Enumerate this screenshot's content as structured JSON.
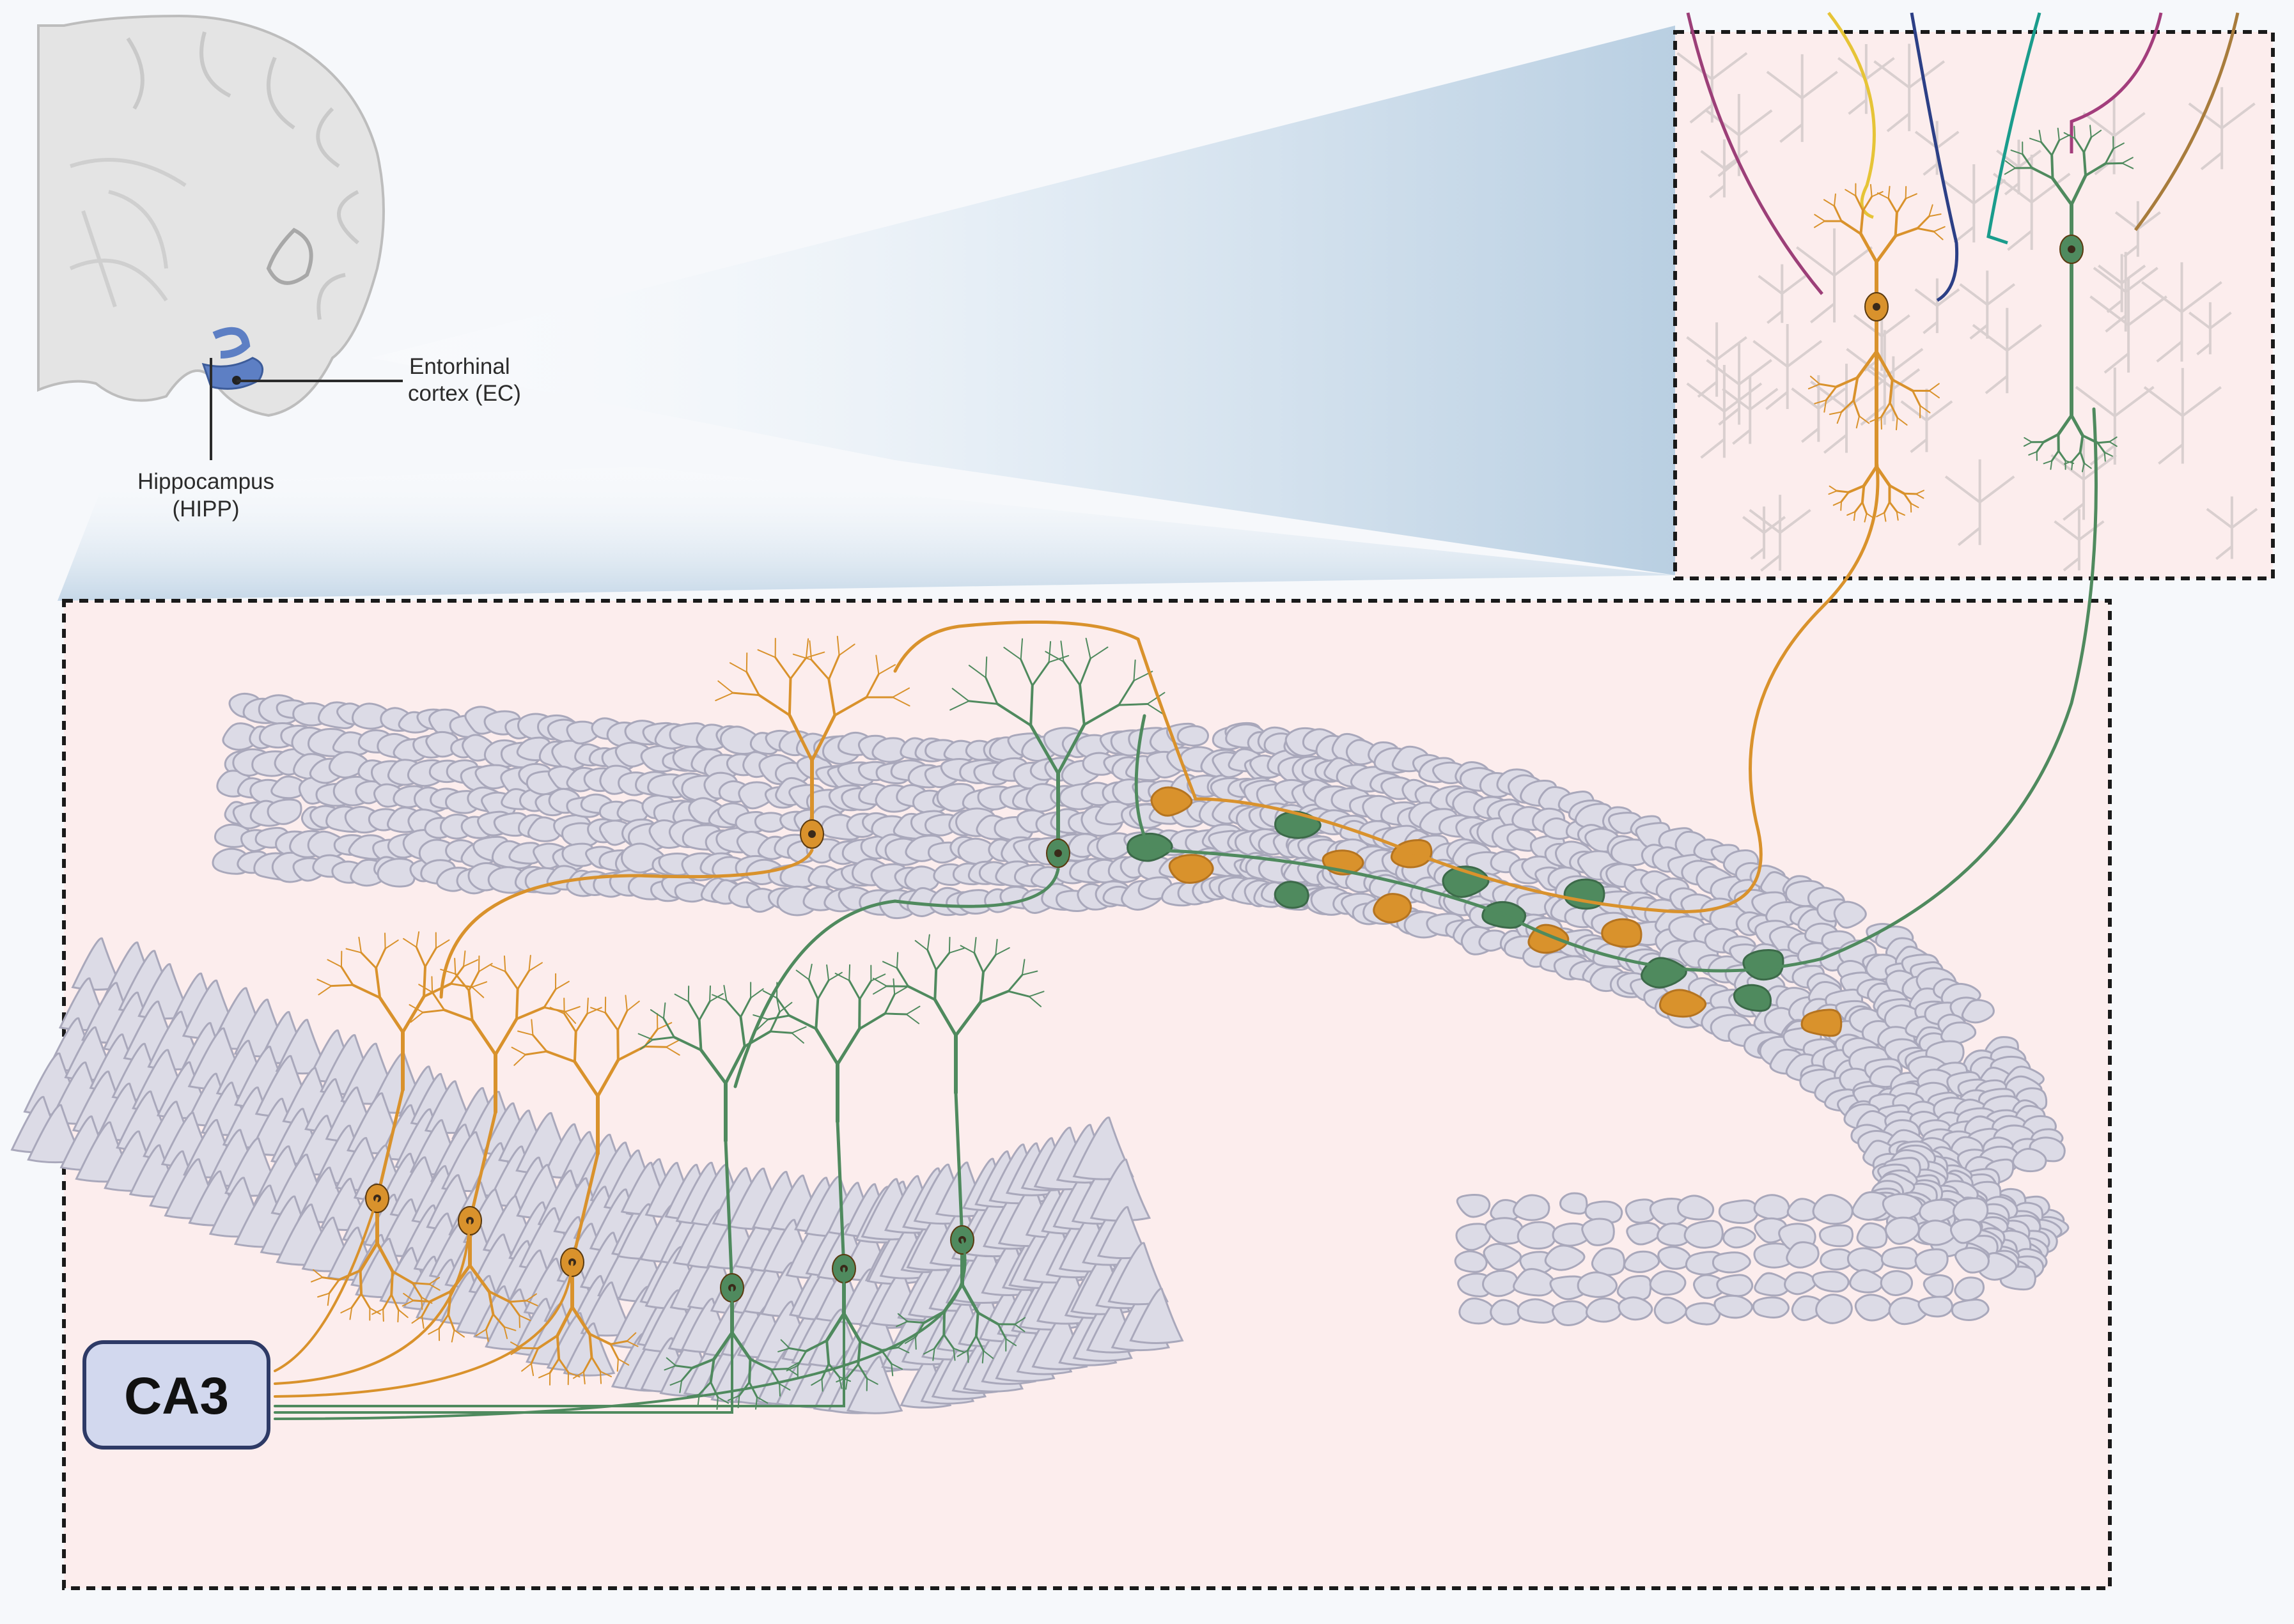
{
  "labels": {
    "entorhinal_line1": "Entorhinal",
    "entorhinal_line2": "cortex (EC)",
    "hippocampus_line1": "Hippocampus",
    "hippocampus_line2": "(HIPP)",
    "ca3": "CA3"
  },
  "colors": {
    "panel_fill": "#fceded",
    "panel_border": "#1a1a1a",
    "cell_fill": "#dcdbe6",
    "cell_stroke": "#a9a8bb",
    "orange": "#d9922c",
    "green": "#4f8a5e",
    "ca3_box": "#d2d8ee",
    "ca3_border": "#2e3a66",
    "brain_fill": "#e4e4e4",
    "brain_stroke": "#bdbdbd",
    "hippo_blue": "#5d7fc4",
    "funnel": "#b9cfe2",
    "ec_axon_colors": [
      "#9c3f78",
      "#e6c437",
      "#2c3f86",
      "#1a9c8c",
      "#a33d7c",
      "#a87c3c"
    ]
  },
  "icons": [
    "brain-coronal-section-icon",
    "pyramidal-neuron-icon",
    "granule-cell-icon"
  ]
}
